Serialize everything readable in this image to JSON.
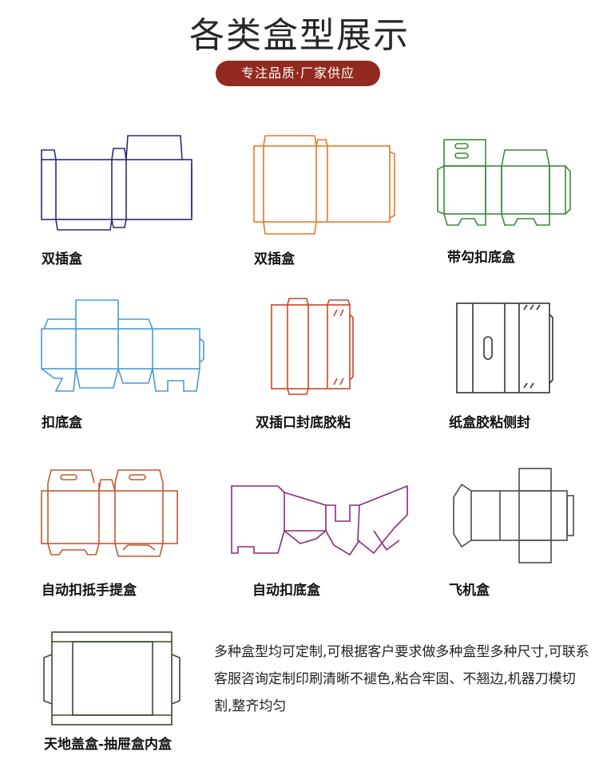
{
  "header": {
    "title": "各类盒型展示",
    "subtitle": "专注品质·厂家供应"
  },
  "colors": {
    "pill": "#922a1f",
    "navy": "#2b2a73",
    "orange": "#e8782a",
    "green": "#3a8a3a",
    "blue": "#4a9ad8",
    "red": "#c8462a",
    "dark": "#333333",
    "rust": "#c05a30",
    "purple": "#8a2a7a",
    "gray": "#4a4a4a",
    "olive": "#3a4a2a"
  },
  "boxes": [
    {
      "label": "双插盒",
      "color": "navy"
    },
    {
      "label": "双插盒",
      "color": "orange"
    },
    {
      "label": "带勾扣底盒",
      "color": "green"
    },
    {
      "label": "扣底盒",
      "color": "blue"
    },
    {
      "label": "双插口封底胶粘",
      "color": "red"
    },
    {
      "label": "纸盒胶粘侧封",
      "color": "dark"
    },
    {
      "label": "自动扣抵手提盒",
      "color": "rust"
    },
    {
      "label": "自动扣底盒",
      "color": "purple"
    },
    {
      "label": "飞机盒",
      "color": "gray"
    },
    {
      "label": "天地盖盒-抽屉盒内盒",
      "color": "olive"
    }
  ],
  "description": "多种盒型均可定制,可根据客户要求做多种盒型多种尺寸,可联系客服咨询定制印刷清晰不褪色,粘合牢固、不翘边,机器刀模切割,整齐均匀"
}
